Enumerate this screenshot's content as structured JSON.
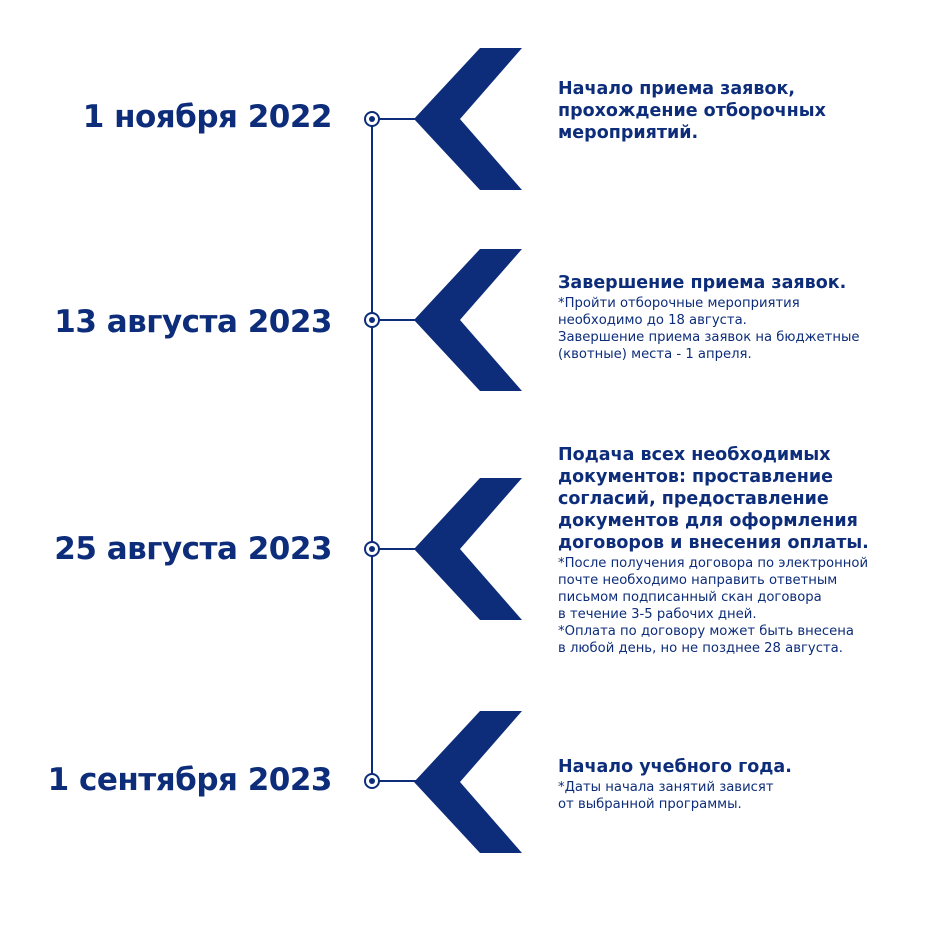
{
  "colors": {
    "primary": "#0d2d7a",
    "background": "#ffffff"
  },
  "events": [
    {
      "date": "1 ноября 2022",
      "title": "Начало приема заявок,\nпрохождение отборочных\nмероприятий.",
      "note": ""
    },
    {
      "date": "13 августа 2023",
      "title": "Завершение приема заявок.",
      "note": "*Пройти отборочные мероприятия\nнеобходимо до 18 августа.\nЗавершение приема заявок на бюджетные\n(квотные) места - 1 апреля."
    },
    {
      "date": "25 августа 2023",
      "title": "Подача всех необходимых\nдокументов: проставление\nсогласий, предоставление\nдокументов для оформления\nдоговоров и внесения оплаты.",
      "note": "*После получения договора по электронной\nпочте необходимо направить ответным\nписьмом подписанный скан договора\nв течение 3-5 рабочих дней.\n*Оплата по договору может быть внесена\nв любой день, но не позднее 28 августа."
    },
    {
      "date": "1 сентября 2023",
      "title": "Начало учебного года.",
      "note": "*Даты начала занятий зависят\nот выбранной программы."
    }
  ]
}
